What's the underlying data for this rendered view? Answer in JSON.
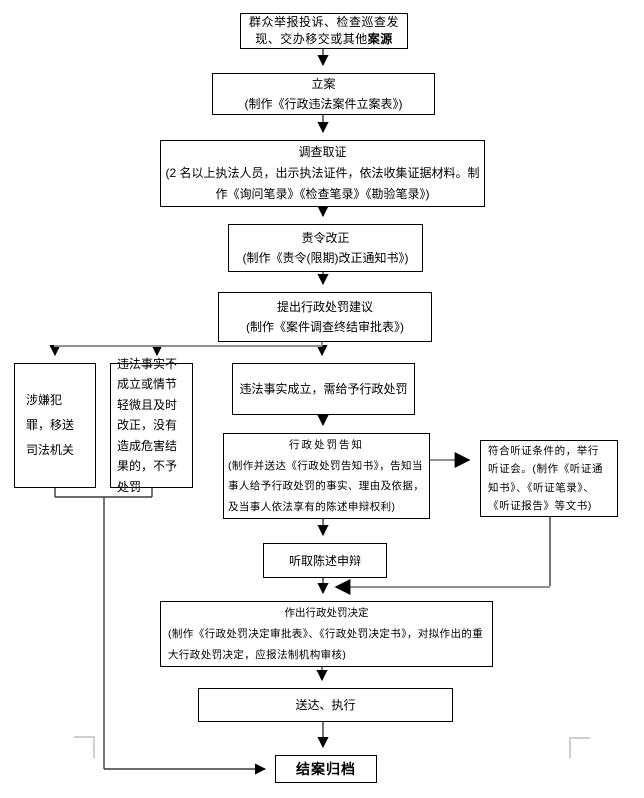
{
  "document": {
    "type": "flowchart",
    "language": "zh-CN",
    "colors": {
      "background": "#ffffff",
      "box_border": "#000000",
      "arrow": "#3a3a3a",
      "branch_bar": "#909090",
      "margin_mark": "#bfbfbf",
      "text": "#000000"
    }
  },
  "flowchart": {
    "nodes": {
      "source": {
        "text": "群众举报投诉、检查巡查发现、交办移交或其他",
        "bold": "案源"
      },
      "filing": {
        "title": "立案",
        "subtitle": "(制作《行政违法案件立案表》)"
      },
      "investigation": {
        "title": "调查取证",
        "body": "(2 名以上执法人员，出示执法证件，依法收集证据材料。制作《询问笔录》《检查笔录》《勘验笔录》)"
      },
      "order_correction": {
        "title": "责令改正",
        "subtitle": "(制作《责令(限期)改正通知书》)"
      },
      "proposal": {
        "title": "提出行政处罚建议",
        "subtitle": "(制作《案件调查终结审批表》)"
      },
      "suspected_crime": {
        "text": "涉嫌犯罪，移送司法机关"
      },
      "not_established": {
        "text": "违法事实不成立或情节轻微且及时改正，没有造成危害结果的，不予处罚"
      },
      "established": {
        "text": "违法事实成立，需给予行政处罚"
      },
      "notification": {
        "title": "行政处罚告知",
        "body": "(制作并送达《行政处罚告知书》，告知当事人给予行政处罚的事实、理由及依据，及当事人依法享有的陈述申辩权利)"
      },
      "hearing": {
        "text": "符合听证条件的，举行听证会。(制作《听证通知书》、《听证笔录》、《听证报告》等文书)"
      },
      "statement": {
        "text": "听取陈述申辩"
      },
      "decision": {
        "title": "作出行政处罚决定",
        "body": "(制作《行政处罚决定审批表》、《行政处罚决定书》，对拟作出的重大行政处罚决定，应报法制机构审核)"
      },
      "delivery": {
        "text": "送达、执行"
      },
      "closing": {
        "text": "结案归档"
      }
    }
  }
}
